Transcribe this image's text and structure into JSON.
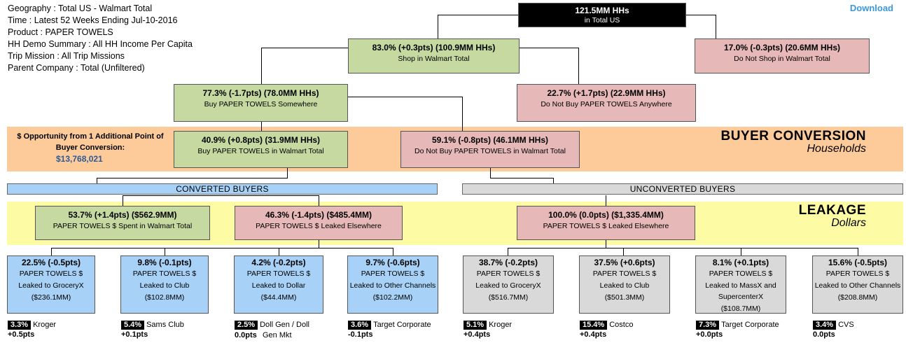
{
  "filters": {
    "geography": "Geography : Total US - Walmart Total",
    "time": "Time : Latest 52 Weeks Ending Jul-10-2016",
    "product": "Product : PAPER TOWELS",
    "demo": "HH Demo Summary : All HH Income Per Capita",
    "trip": "Trip Mission : All Trip Missions",
    "parent": "Parent Company : Total (Unfiltered)"
  },
  "download_label": "Download",
  "tree": {
    "root": {
      "metric": "121.5MM HHs",
      "label": "in Total US"
    },
    "shop": {
      "metric": "83.0% (+0.3pts) (100.9MM HHs)",
      "label": "Shop in Walmart Total"
    },
    "no_shop": {
      "metric": "17.0% (-0.3pts) (20.6MM HHs)",
      "label": "Do Not Shop in Walmart Total"
    },
    "buy_somewhere": {
      "metric": "77.3% (-1.7pts) (78.0MM HHs)",
      "label": "Buy PAPER TOWELS Somewhere"
    },
    "no_buy_anywhere": {
      "metric": "22.7% (+1.7pts) (22.9MM HHs)",
      "label": "Do Not Buy PAPER TOWELS Anywhere"
    },
    "buy_walmart": {
      "metric": "40.9% (+0.8pts) (31.9MM HHs)",
      "label": "Buy PAPER TOWELS in Walmart Total"
    },
    "no_buy_walmart": {
      "metric": "59.1% (-0.8pts) (46.1MM HHs)",
      "label": "Do Not Buy PAPER TOWELS in Walmart Total"
    },
    "spent_walmart": {
      "metric": "53.7% (+1.4pts) ($562.9MM)",
      "label": "PAPER TOWELS $ Spent in Walmart Total"
    },
    "leaked_conv": {
      "metric": "46.3% (-1.4pts) ($485.4MM)",
      "label": "PAPER TOWELS $ Leaked Elsewhere"
    },
    "leaked_unconv": {
      "metric": "100.0% (0.0pts) ($1,335.4MM)",
      "label": "PAPER TOWELS $ Leaked Elsewhere"
    }
  },
  "opportunity": {
    "label": "$ Opportunity from 1 Additional Point of Buyer Conversion:",
    "value": "$13,768,021"
  },
  "sections": {
    "buyer_title": "BUYER CONVERSION",
    "buyer_sub": "Households",
    "leak_title": "LEAKAGE",
    "leak_sub": "Dollars",
    "converted": "CONVERTED BUYERS",
    "unconverted": "UNCONVERTED BUYERS"
  },
  "leaves": [
    {
      "metric": "22.5% (-0.5pts)",
      "line1": "PAPER TOWELS $",
      "line2": "Leaked to GroceryX",
      "line3": "($236.1MM)",
      "badge": "3.3%",
      "retailer": "Kroger",
      "retailer2": "",
      "pts": "+0.5pts"
    },
    {
      "metric": "9.8% (-0.1pts)",
      "line1": "PAPER TOWELS $",
      "line2": "Leaked to Club",
      "line3": "($102.8MM)",
      "badge": "5.4%",
      "retailer": "Sams Club",
      "retailer2": "",
      "pts": "+0.1pts"
    },
    {
      "metric": "4.2% (-0.2pts)",
      "line1": "PAPER TOWELS $",
      "line2": "Leaked to Dollar",
      "line3": "($44.4MM)",
      "badge": "2.5%",
      "retailer": "Doll Gen / Doll",
      "retailer2": "Gen Mkt",
      "pts": "0.0pts"
    },
    {
      "metric": "9.7% (-0.6pts)",
      "line1": "PAPER TOWELS $",
      "line2": "Leaked to Other Channels",
      "line3": "($102.2MM)",
      "badge": "3.6%",
      "retailer": "Target Corporate",
      "retailer2": "",
      "pts": "-0.1pts"
    },
    {
      "metric": "38.7% (-0.2pts)",
      "line1": "PAPER TOWELS $",
      "line2": "Leaked to GroceryX",
      "line3": "($516.7MM)",
      "badge": "5.1%",
      "retailer": "Kroger",
      "retailer2": "",
      "pts": "+0.4pts"
    },
    {
      "metric": "37.5% (+0.6pts)",
      "line1": "PAPER TOWELS $",
      "line2": "Leaked to Club",
      "line3": "($501.3MM)",
      "badge": "15.4%",
      "retailer": "Costco",
      "retailer2": "",
      "pts": "+0.4pts"
    },
    {
      "metric": "8.1% (+0.1pts)",
      "line1": "PAPER TOWELS $",
      "line2": "Leaked to MassX and SupercenterX",
      "line3": "($108.7MM)",
      "badge": "7.3%",
      "retailer": "Target Corporate",
      "retailer2": "",
      "pts": "+0.0pts"
    },
    {
      "metric": "15.6% (-0.5pts)",
      "line1": "PAPER TOWELS $",
      "line2": "Leaked to Other Channels",
      "line3": "($208.8MM)",
      "badge": "3.4%",
      "retailer": "CVS",
      "retailer2": "",
      "pts": "0.0pts"
    }
  ]
}
